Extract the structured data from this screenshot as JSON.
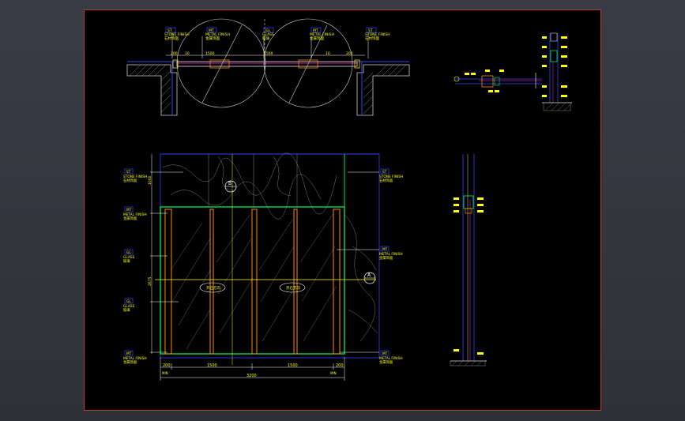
{
  "drawing": {
    "plan": {
      "tags": [
        {
          "code": "ST",
          "text": "STONE FINISH",
          "sub": "石材饰面"
        },
        {
          "code": "MT",
          "text": "METAL FINISH",
          "sub": "金属饰面"
        },
        {
          "code": "GL",
          "text": "GLASS",
          "sub": "玻璃"
        },
        {
          "code": "MT",
          "text": "METAL FINISH",
          "sub": "金属饰面"
        },
        {
          "code": "ST",
          "text": "STONE FINISH",
          "sub": "石材饰面"
        }
      ],
      "dims": [
        "200",
        "10",
        "1500",
        "1500",
        "10",
        "200"
      ]
    },
    "elevation": {
      "left_tags": [
        {
          "code": "ST",
          "text": "STONE FINISH",
          "sub": "石材饰面"
        },
        {
          "code": "MT",
          "text": "METAL FINISH",
          "sub": "金属饰面"
        },
        {
          "code": "GL",
          "text": "GLASS",
          "sub": "玻璃"
        },
        {
          "code": "GL",
          "text": "GLASS",
          "sub": "玻璃"
        },
        {
          "code": "MT",
          "text": "METAL FINISH",
          "sub": "金属饰面"
        }
      ],
      "right_tags": [
        {
          "code": "ST",
          "text": "STONE FINISH",
          "sub": "石材饰面"
        },
        {
          "code": "MT",
          "text": "METAL FINISH",
          "sub": "金属饰面"
        },
        {
          "code": "MT",
          "text": "METAL FINISH",
          "sub": "金属饰面"
        }
      ],
      "door_labels": [
        "开启方向",
        "开启方向"
      ],
      "callout_b": "B",
      "callout_a": "A",
      "dims_bottom": [
        "200",
        "1500",
        "1500",
        "200"
      ],
      "overall_dim": "3200",
      "left_dims": [
        "1000",
        "2675"
      ],
      "min_labels": [
        "MIN",
        "MIN"
      ]
    }
  }
}
